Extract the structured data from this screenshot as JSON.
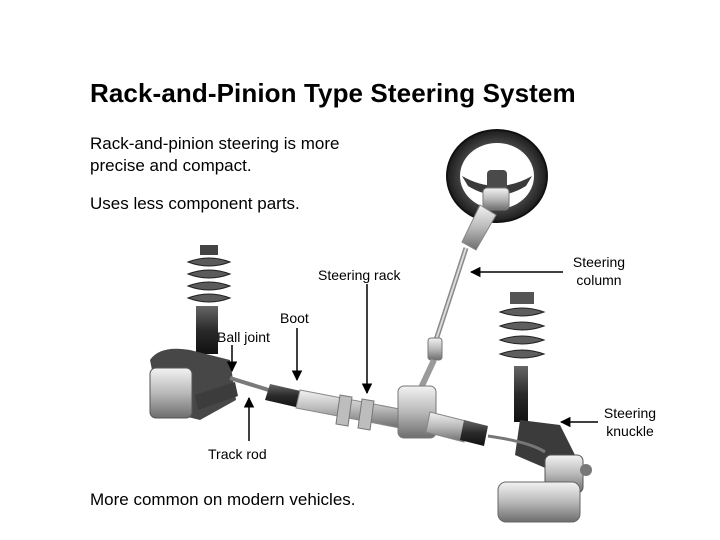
{
  "slide": {
    "title": "Rack-and-Pinion Type Steering System",
    "bullets": [
      "Rack-and-pinion steering is more precise and compact.",
      "Uses less component parts.",
      "More common on modern vehicles."
    ]
  },
  "diagram": {
    "labels": {
      "steering_rack": "Steering rack",
      "steering_column_line1": "Steering",
      "steering_column_line2": "column",
      "boot": "Boot",
      "ball_joint": "Ball joint",
      "track_rod": "Track rod",
      "steering_knuckle_line1": "Steering",
      "steering_knuckle_line2": "knuckle"
    }
  }
}
